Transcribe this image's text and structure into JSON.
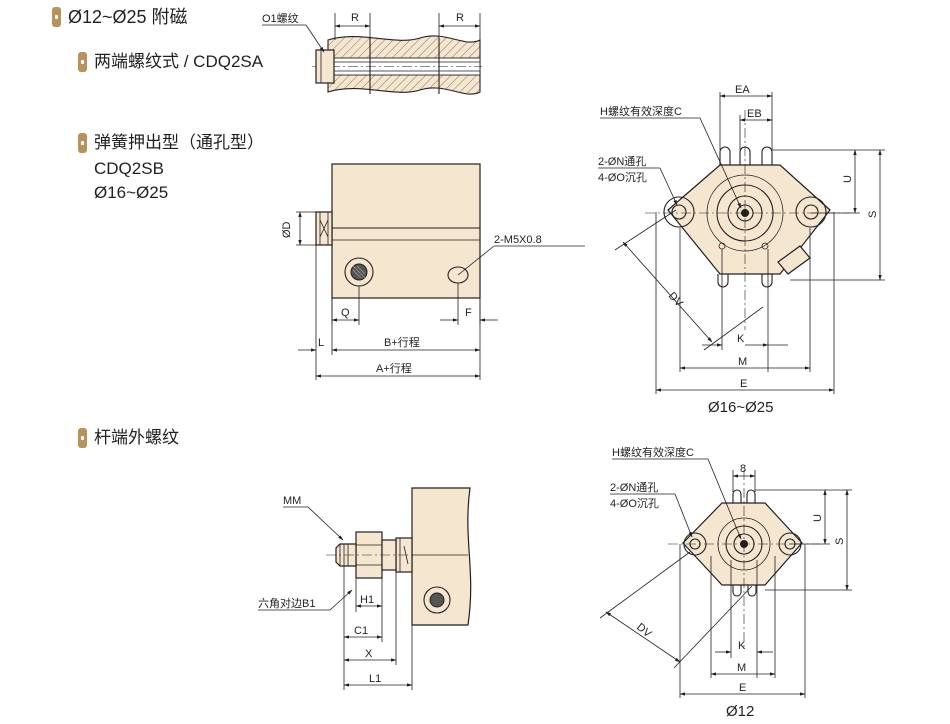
{
  "headers": {
    "main": "Ø12~Ø25 附磁",
    "both_ends": "两端螺纹式 / CDQ2SA",
    "spring_line1": "弹簧押出型（通孔型）",
    "spring_line2": "CDQ2SB",
    "spring_line3": "Ø16~Ø25",
    "rod_end": "杆端外螺纹"
  },
  "fig1": {
    "o1": "O1螺纹",
    "r_left": "R",
    "r_right": "R"
  },
  "fig2": {
    "phi_d": "ØD",
    "thread": "2-M5X0.8",
    "q": "Q",
    "f": "F",
    "l": "L",
    "b_stroke": "B+行程",
    "a_stroke": "A+行程"
  },
  "fig3": {
    "h_thread": "H螺纹有效深度C",
    "ea": "EA",
    "eb": "EB",
    "n_holes": "2-ØN通孔",
    "o_holes": "4-ØO沉孔",
    "u": "U",
    "s": "S",
    "dv": "DV",
    "k": "K",
    "m": "M",
    "e": "E",
    "caption": "Ø16~Ø25"
  },
  "fig4": {
    "mm": "MM",
    "hex": "六角对边B1",
    "h1": "H1",
    "c1": "C1",
    "x": "X",
    "l1": "L1"
  },
  "fig5": {
    "h_thread": "H螺纹有效深度C",
    "eight": "8",
    "n_holes": "2-ØN通孔",
    "o_holes": "4-ØO沉孔",
    "u": "U",
    "s": "S",
    "dv": "DV",
    "k": "K",
    "m": "M",
    "e": "E",
    "caption": "Ø12"
  }
}
